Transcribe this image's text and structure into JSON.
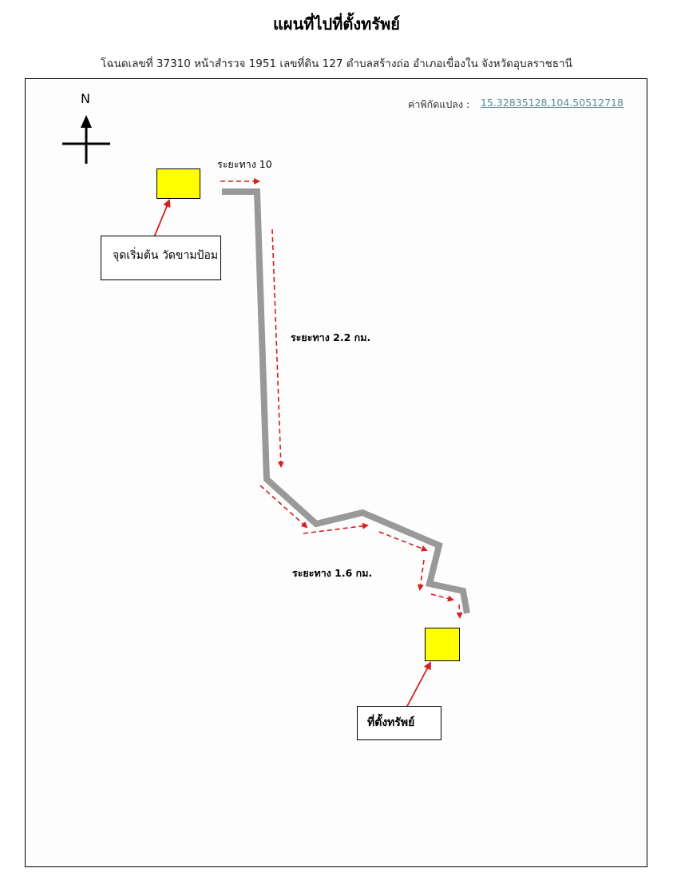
{
  "title": "แผนที่ไปที่ตั้งทรัพย์",
  "subtitle": "โฉนดเลขที่ 37310 หน้าสำรวจ 1951 เลขที่ดิน 127 ตำบลสร้างถ่อ อำเภอเขื่องใน จังหวัดอุบลราชธานี",
  "coordinates": {
    "label": "ค่าพิกัดแปลง :",
    "value": "15.32835128,104.50512718"
  },
  "compass": {
    "north_label": "N"
  },
  "labels": {
    "start_point": "จุดเริ่มต้น วัดขามป้อม",
    "destination": "ที่ตั้งทรัพย์",
    "distance_1": "ระยะทาง 10",
    "distance_2": "ระยะทาง 2.2 กม.",
    "distance_3": "ระยะทาง 1.6 กม."
  },
  "colors": {
    "road": "#999999",
    "arrow": "#d81e1e",
    "marker_fill": "#ffff00"
  }
}
